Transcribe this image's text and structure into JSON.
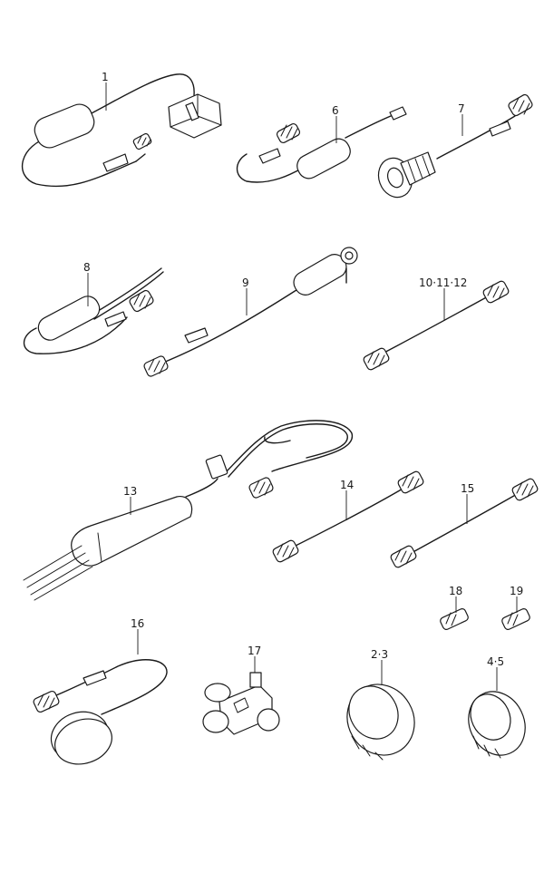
{
  "parts": [
    {
      "id": "p1",
      "label": "1"
    },
    {
      "id": "p6",
      "label": "6"
    },
    {
      "id": "p7",
      "label": "7"
    },
    {
      "id": "p8",
      "label": "8"
    },
    {
      "id": "p9",
      "label": "9"
    },
    {
      "id": "p10",
      "label": "10·11·12"
    },
    {
      "id": "p13",
      "label": "13"
    },
    {
      "id": "p14",
      "label": "14"
    },
    {
      "id": "p15",
      "label": "15"
    },
    {
      "id": "p16",
      "label": "16"
    },
    {
      "id": "p17",
      "label": "17"
    },
    {
      "id": "p18",
      "label": "18"
    },
    {
      "id": "p19",
      "label": "19"
    },
    {
      "id": "p23",
      "label": "2·3"
    },
    {
      "id": "p45",
      "label": "4·5"
    }
  ]
}
